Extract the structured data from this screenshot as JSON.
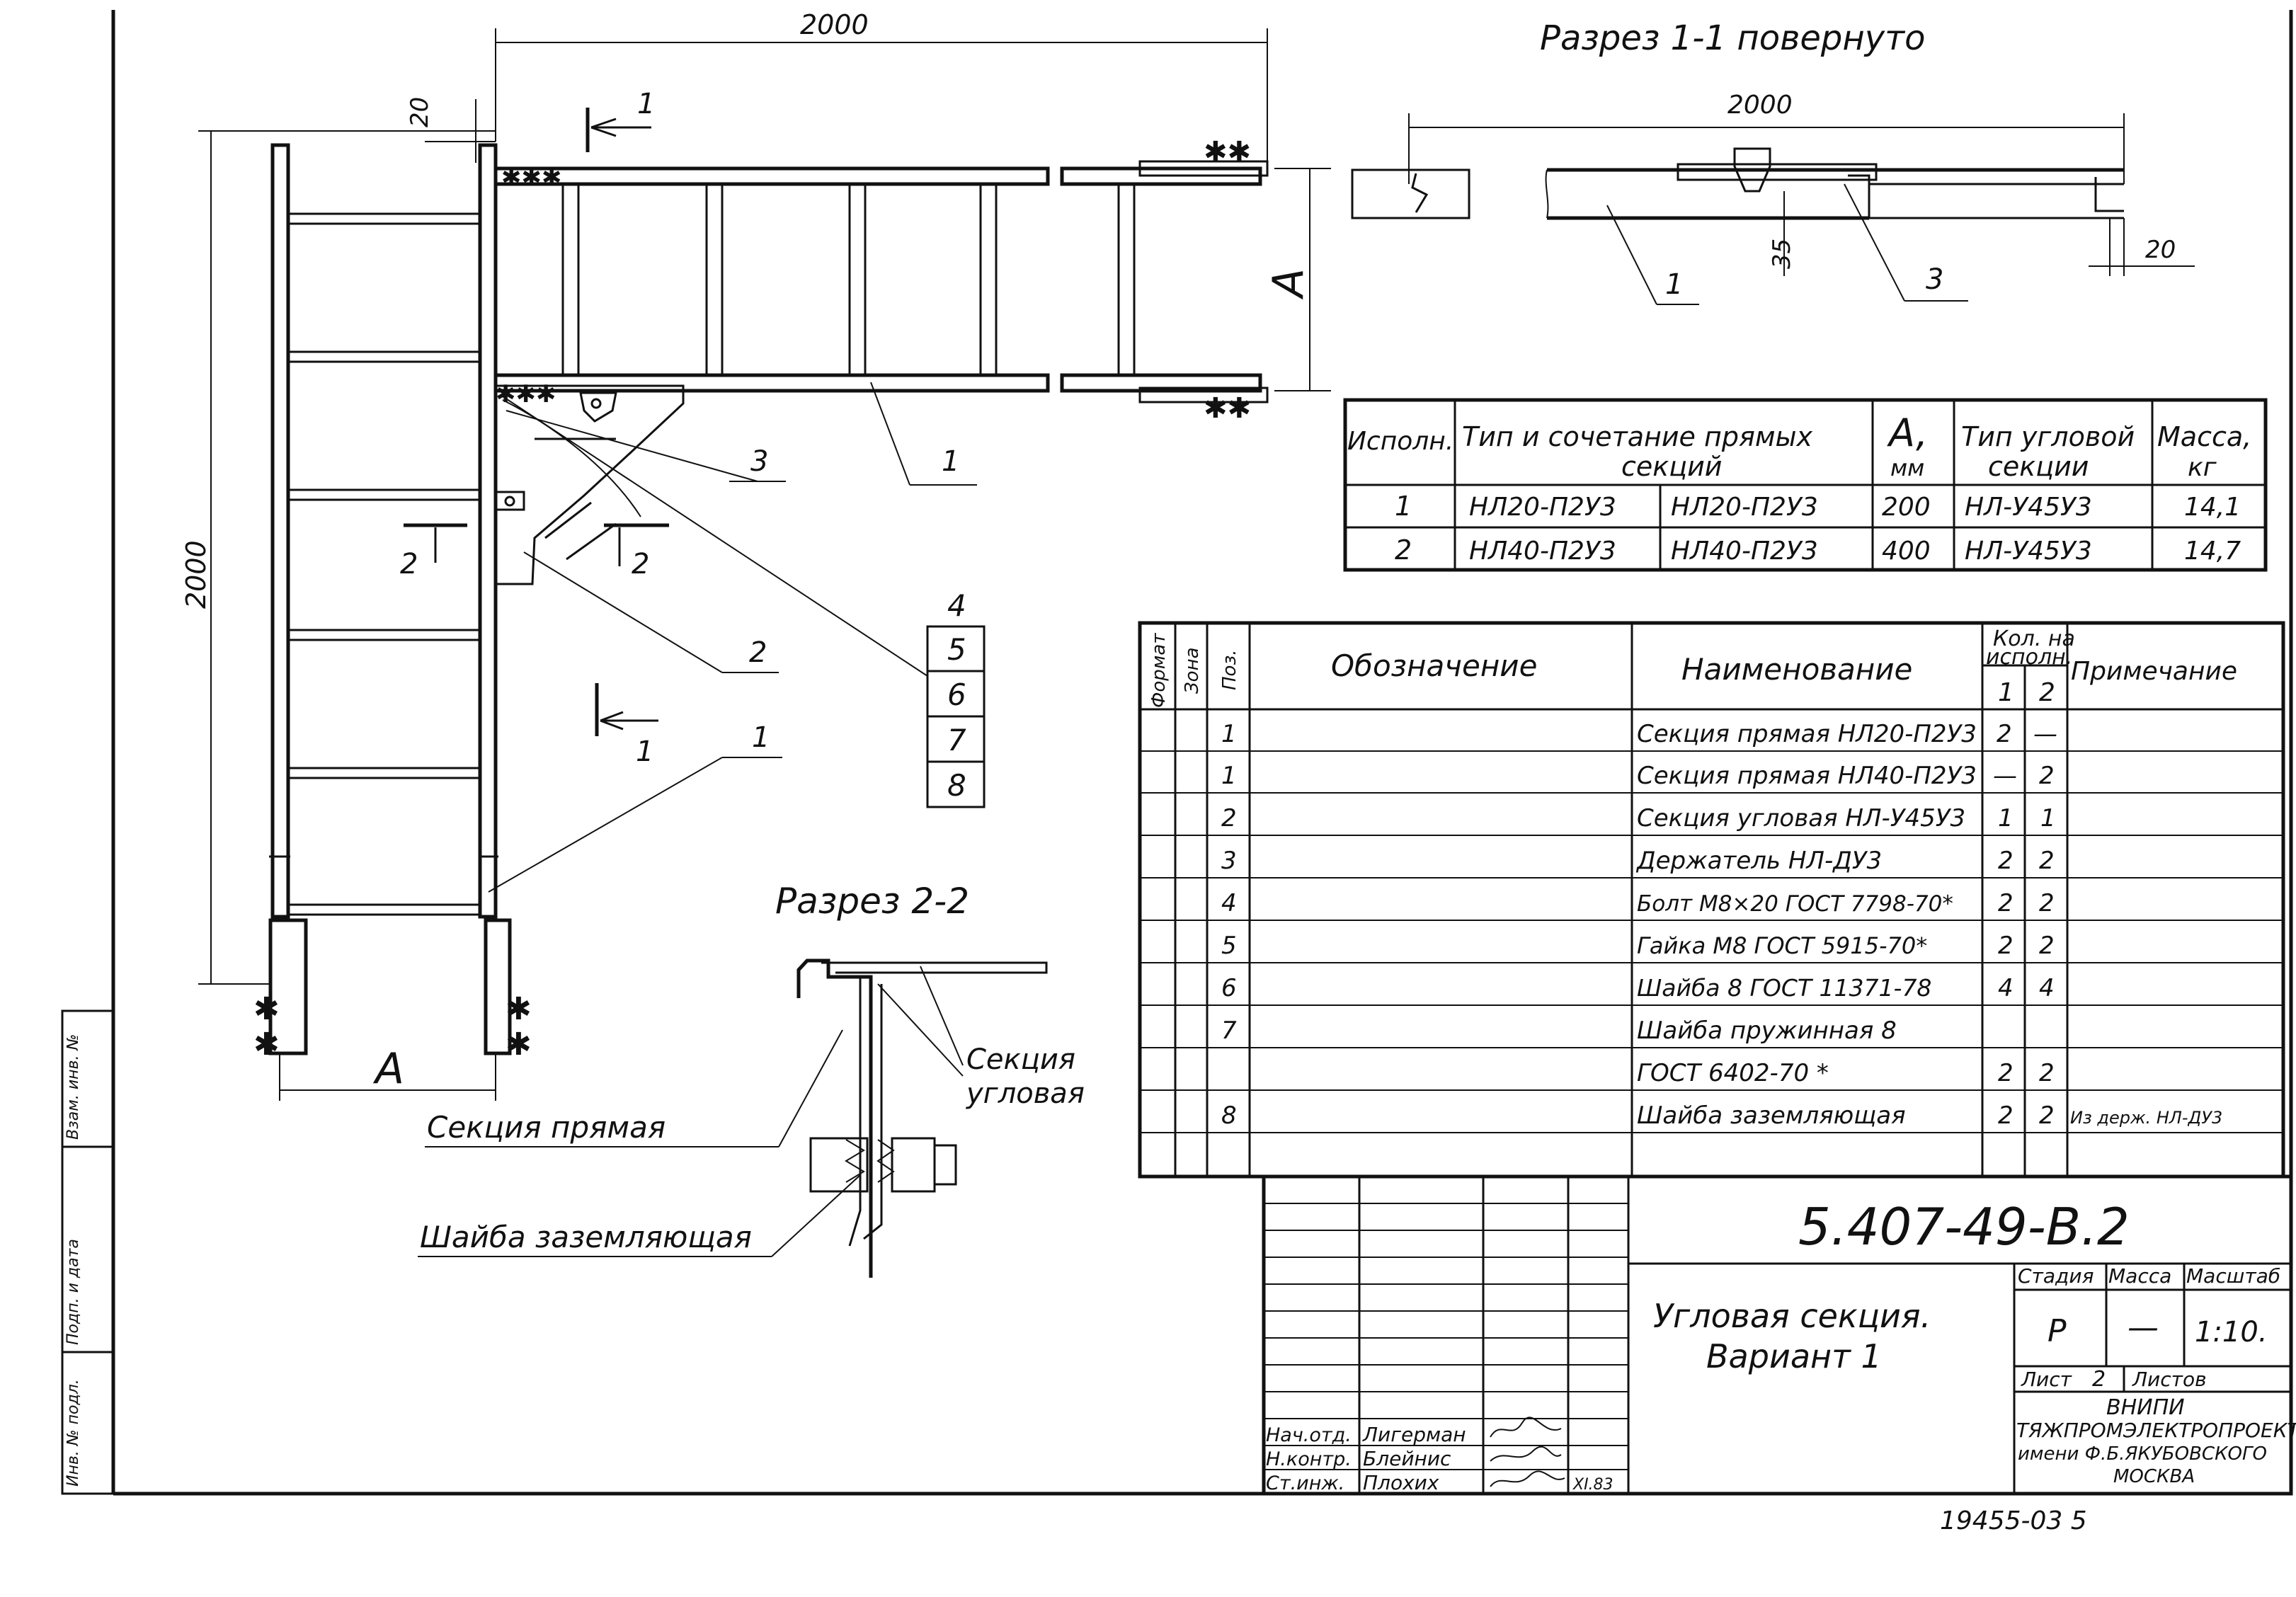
{
  "drawing": {
    "section_1_title": "Разрез 1-1 повернуто",
    "section_2_title": "Разрез 2-2",
    "dim_2000": "2000",
    "dim_20": "20",
    "dim_35": "35",
    "dim_A": "A",
    "callout_1": "1",
    "callout_2": "2",
    "callout_3": "3",
    "cut_1": "1",
    "cut_2": "2",
    "stack_labels": [
      "4",
      "5",
      "6",
      "7",
      "8"
    ],
    "label_straight_section": "Секция прямая",
    "label_grounding_washer": "Шайба заземляющая",
    "label_corner_section_1": "Секция",
    "label_corner_section_2": "угловая"
  },
  "exec_table": {
    "h_exec": "Исполн.",
    "h_type_1": "Тип и сочетание прямых",
    "h_type_2": "секций",
    "h_a_1": "A,",
    "h_a_2": "мм",
    "h_corner_1": "Тип угловой",
    "h_corner_2": "секции",
    "h_mass_1": "Масса,",
    "h_mass_2": "кг",
    "rows": [
      {
        "exec": "1",
        "s1": "НЛ20-П2У3",
        "s2": "НЛ20-П2У3",
        "a": "200",
        "corner": "НЛ-У45У3",
        "mass": "14,1"
      },
      {
        "exec": "2",
        "s1": "НЛ40-П2У3",
        "s2": "НЛ40-П2У3",
        "a": "400",
        "corner": "НЛ-У45У3",
        "mass": "14,7"
      }
    ]
  },
  "spec_table": {
    "h_format": "Формат",
    "h_zone": "Зона",
    "h_pos": "Поз.",
    "h_designation": "Обозначение",
    "h_name": "Наименование",
    "h_qty_1": "Кол. на",
    "h_qty_2": "исполн.",
    "h_qty_c1": "1",
    "h_qty_c2": "2",
    "h_note": "Примечание",
    "rows": [
      {
        "pos": "1",
        "name": "Секция прямая НЛ20-П2У3",
        "q1": "2",
        "q2": "—",
        "note": ""
      },
      {
        "pos": "1",
        "name": "Секция прямая НЛ40-П2У3",
        "q1": "—",
        "q2": "2",
        "note": ""
      },
      {
        "pos": "2",
        "name": "Секция угловая НЛ-У45У3",
        "q1": "1",
        "q2": "1",
        "note": ""
      },
      {
        "pos": "3",
        "name": "Держатель НЛ-ДУ3",
        "q1": "2",
        "q2": "2",
        "note": ""
      },
      {
        "pos": "4",
        "name": "Болт М8×20 ГОСТ 7798-70*",
        "q1": "2",
        "q2": "2",
        "note": ""
      },
      {
        "pos": "5",
        "name": "Гайка М8 ГОСТ 5915-70*",
        "q1": "2",
        "q2": "2",
        "note": ""
      },
      {
        "pos": "6",
        "name": "Шайба 8 ГОСТ 11371-78",
        "q1": "4",
        "q2": "4",
        "note": ""
      },
      {
        "pos": "7",
        "name": "Шайба пружинная 8",
        "q1": "",
        "q2": "",
        "note": ""
      },
      {
        "pos": "",
        "name": "ГОСТ 6402-70 *",
        "q1": "2",
        "q2": "2",
        "note": ""
      },
      {
        "pos": "8",
        "name": "Шайба заземляющая",
        "q1": "2",
        "q2": "2",
        "note": "Из держ. НЛ-ДУ3"
      }
    ]
  },
  "title_block": {
    "code": "5.407-49-В.2",
    "title_1": "Угловая секция.",
    "title_2": "Вариант 1",
    "h_stage": "Стадия",
    "h_mass": "Масса",
    "h_scale": "Масштаб",
    "stage": "Р",
    "mass": "—",
    "scale": "1:10.",
    "sheet_label": "Лист",
    "sheet_no": "2",
    "sheets_label": "Листов",
    "sheets_no": "",
    "org_1": "ВНИПИ",
    "org_2": "ТЯЖПРОМЭЛЕКТРОПРОЕКТ",
    "org_3": "имени Ф.Б.ЯКУБОВСКОГО",
    "org_4": "МОСКВА",
    "sign_rows": [
      {
        "role": "Нач.отд.",
        "name": "Лигерман",
        "date": ""
      },
      {
        "role": "Н.контр.",
        "name": "Блейнис",
        "date": ""
      },
      {
        "role": "Ст.инж.",
        "name": "Плохих",
        "date": "XI.83"
      }
    ]
  },
  "margin": {
    "stamp_1": "Взам. инв. №",
    "stamp_2": "Подп. и дата",
    "stamp_3": "Инв. № подл."
  },
  "footer_code": "19455-03 5"
}
